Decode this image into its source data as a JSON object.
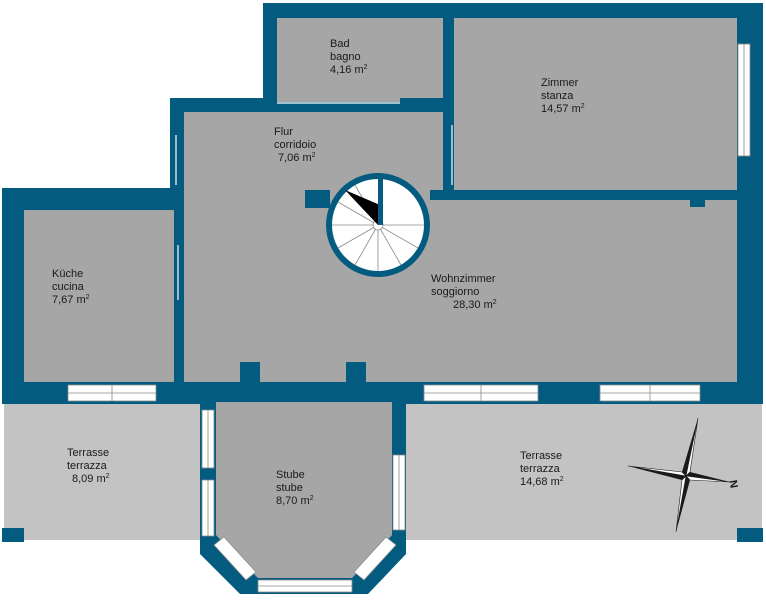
{
  "colors": {
    "wall": "#045b80",
    "floor": "#a6a6a6",
    "terrace": "#c3c3c3",
    "window_frame": "#ffffff",
    "window_line": "#8a8a8a"
  },
  "rooms": {
    "bad": {
      "name_de": "Bad",
      "name_it": "bagno",
      "area": "4,16 m",
      "unit_sup": "2"
    },
    "zimmer": {
      "name_de": "Zimmer",
      "name_it": "stanza",
      "area": "14,57 m",
      "unit_sup": "2"
    },
    "flur": {
      "name_de": "Flur",
      "name_it": "corridoio",
      "area": "7,06 m",
      "unit_sup": "2"
    },
    "kueche": {
      "name_de": "Küche",
      "name_it": "cucina",
      "area": "7,67 m",
      "unit_sup": "2"
    },
    "wohnzimmer": {
      "name_de": "Wohnzimmer",
      "name_it": "soggiorno",
      "area": "28,30 m",
      "unit_sup": "2"
    },
    "terrasse_left": {
      "name_de": "Terrasse",
      "name_it": "terrazza",
      "area": "8,09 m",
      "unit_sup": "2"
    },
    "stube": {
      "name_de": "Stube",
      "name_it": "stube",
      "area": "8,70 m",
      "unit_sup": "2"
    },
    "terrasse_right": {
      "name_de": "Terrasse",
      "name_it": "terrazza",
      "area": "14,68 m",
      "unit_sup": "2"
    }
  },
  "compass": {
    "label": "N"
  }
}
